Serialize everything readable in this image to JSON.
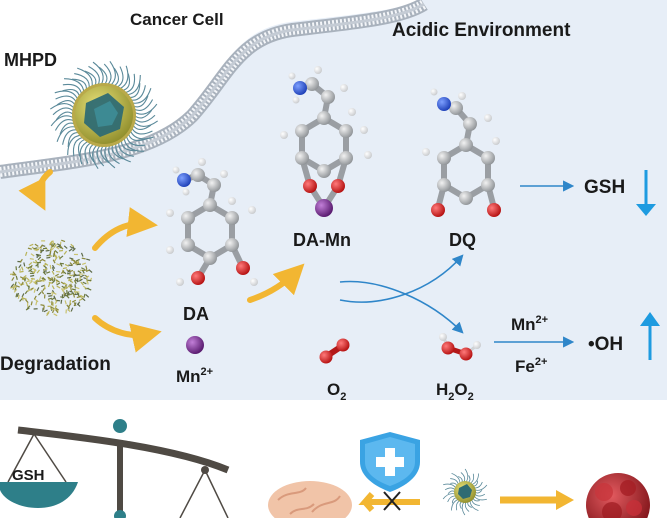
{
  "labels": {
    "cancer_cell": "Cancer Cell",
    "acidic_env": "Acidic Environment",
    "mhpd": "MHPD",
    "degradation": "Degradation",
    "da": "DA",
    "mn": "Mn",
    "mn_sup": "2+",
    "da_mn": "DA-Mn",
    "dq": "DQ",
    "gsh": "GSH",
    "o2_base": "O",
    "o2_sub": "2",
    "h2o2_h1": "H",
    "h2o2_s1": "2",
    "h2o2_o": "O",
    "h2o2_s2": "2",
    "mn2": "Mn",
    "mn2_sup": "2+",
    "fe2": "Fe",
    "fe2_sup": "2+",
    "oh": "•OH",
    "scale_gsh": "GSH"
  },
  "indicators": {
    "gsh_trend": "down",
    "oh_trend": "up"
  },
  "colors": {
    "background": "#e7eef7",
    "membrane_outer": "#d8dde4",
    "membrane_inner": "#a9b2bd",
    "reaction_arrow": "#2f86c9",
    "trend_arrow": "#1e9be0",
    "yellow_arrow": "#f2b632",
    "carbon": "#b9bcbf",
    "oxygen": "#d21f1f",
    "nitrogen": "#2a55d6",
    "manganese": "#7b2a93",
    "hydrogen": "#f4f4f4",
    "shield": "#3aa3e3",
    "scale": "#4f4a44",
    "pan": "#2e7f89",
    "brain": "#f1c4a8",
    "tumor": "#b8262d"
  },
  "icons": [
    "shield-plus-icon",
    "balance-scale-icon",
    "brain-icon",
    "tumor-icon",
    "cross-mark-icon"
  ]
}
